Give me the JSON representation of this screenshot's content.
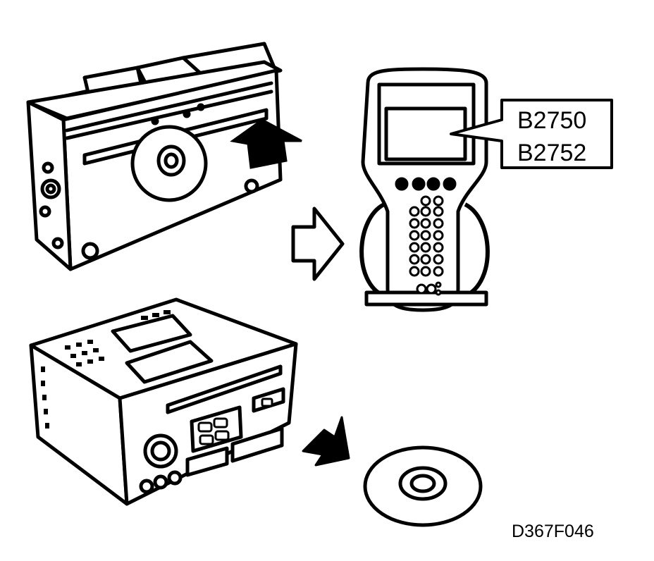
{
  "figure": {
    "dtc_callout": {
      "lines": [
        "B2750",
        "B2752"
      ]
    },
    "reference_code": "D367F046"
  }
}
